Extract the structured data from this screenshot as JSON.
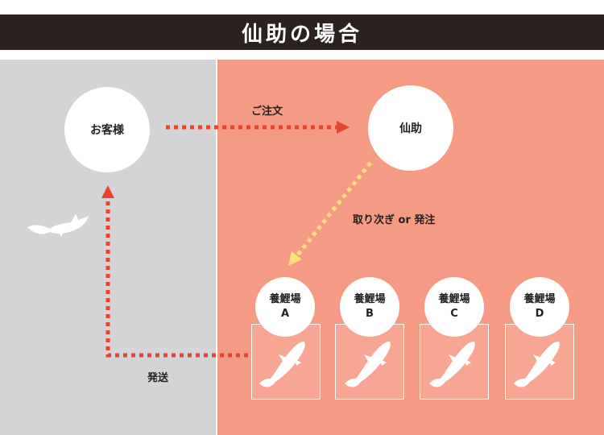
{
  "title": "仙助の場合",
  "nodes": {
    "customer": "お客様",
    "sensuke": "仙助"
  },
  "edges": {
    "order": "ご注文",
    "relay": "取り次ぎ or 発注",
    "shipping": "発送"
  },
  "farms": [
    {
      "name": "養鯉場",
      "letter": "A"
    },
    {
      "name": "養鯉場",
      "letter": "B"
    },
    {
      "name": "養鯉場",
      "letter": "C"
    },
    {
      "name": "養鯉場",
      "letter": "D"
    }
  ],
  "colors": {
    "title_bar": "#2b2220",
    "left_panel": "#d4d4d6",
    "right_panel": "#f59a84",
    "arrow_red": "#e5452d",
    "arrow_yellow": "#f8e27a"
  },
  "icons": [
    "koi-icon"
  ]
}
